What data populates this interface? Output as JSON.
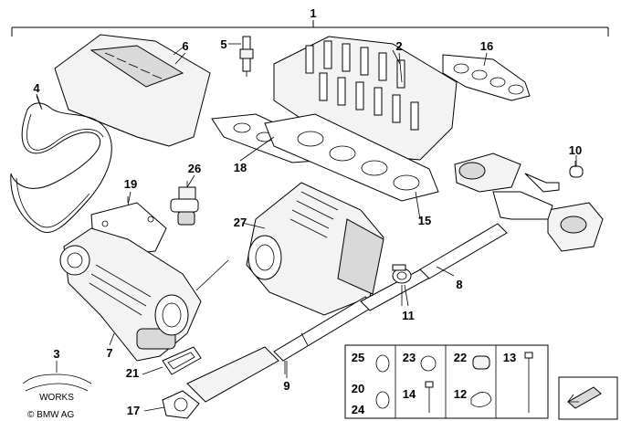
{
  "callouts": {
    "p1": "1",
    "p2": "2",
    "p3": "3",
    "p4": "4",
    "p5": "5",
    "p6": "6",
    "p7": "7",
    "p8": "8",
    "p9": "9",
    "p10": "10",
    "p11": "11",
    "p15": "15",
    "p16": "16",
    "p17": "17",
    "p18": "18",
    "p19": "19",
    "p21": "21",
    "p26": "26",
    "p27": "27"
  },
  "legend_box": {
    "l25": "25",
    "l23": "23",
    "l22": "22",
    "l13": "13",
    "l20": "20",
    "l24": "24",
    "l14": "14",
    "l12": "12"
  },
  "logo_text": "WORKS",
  "copyright": "© BMW AG"
}
